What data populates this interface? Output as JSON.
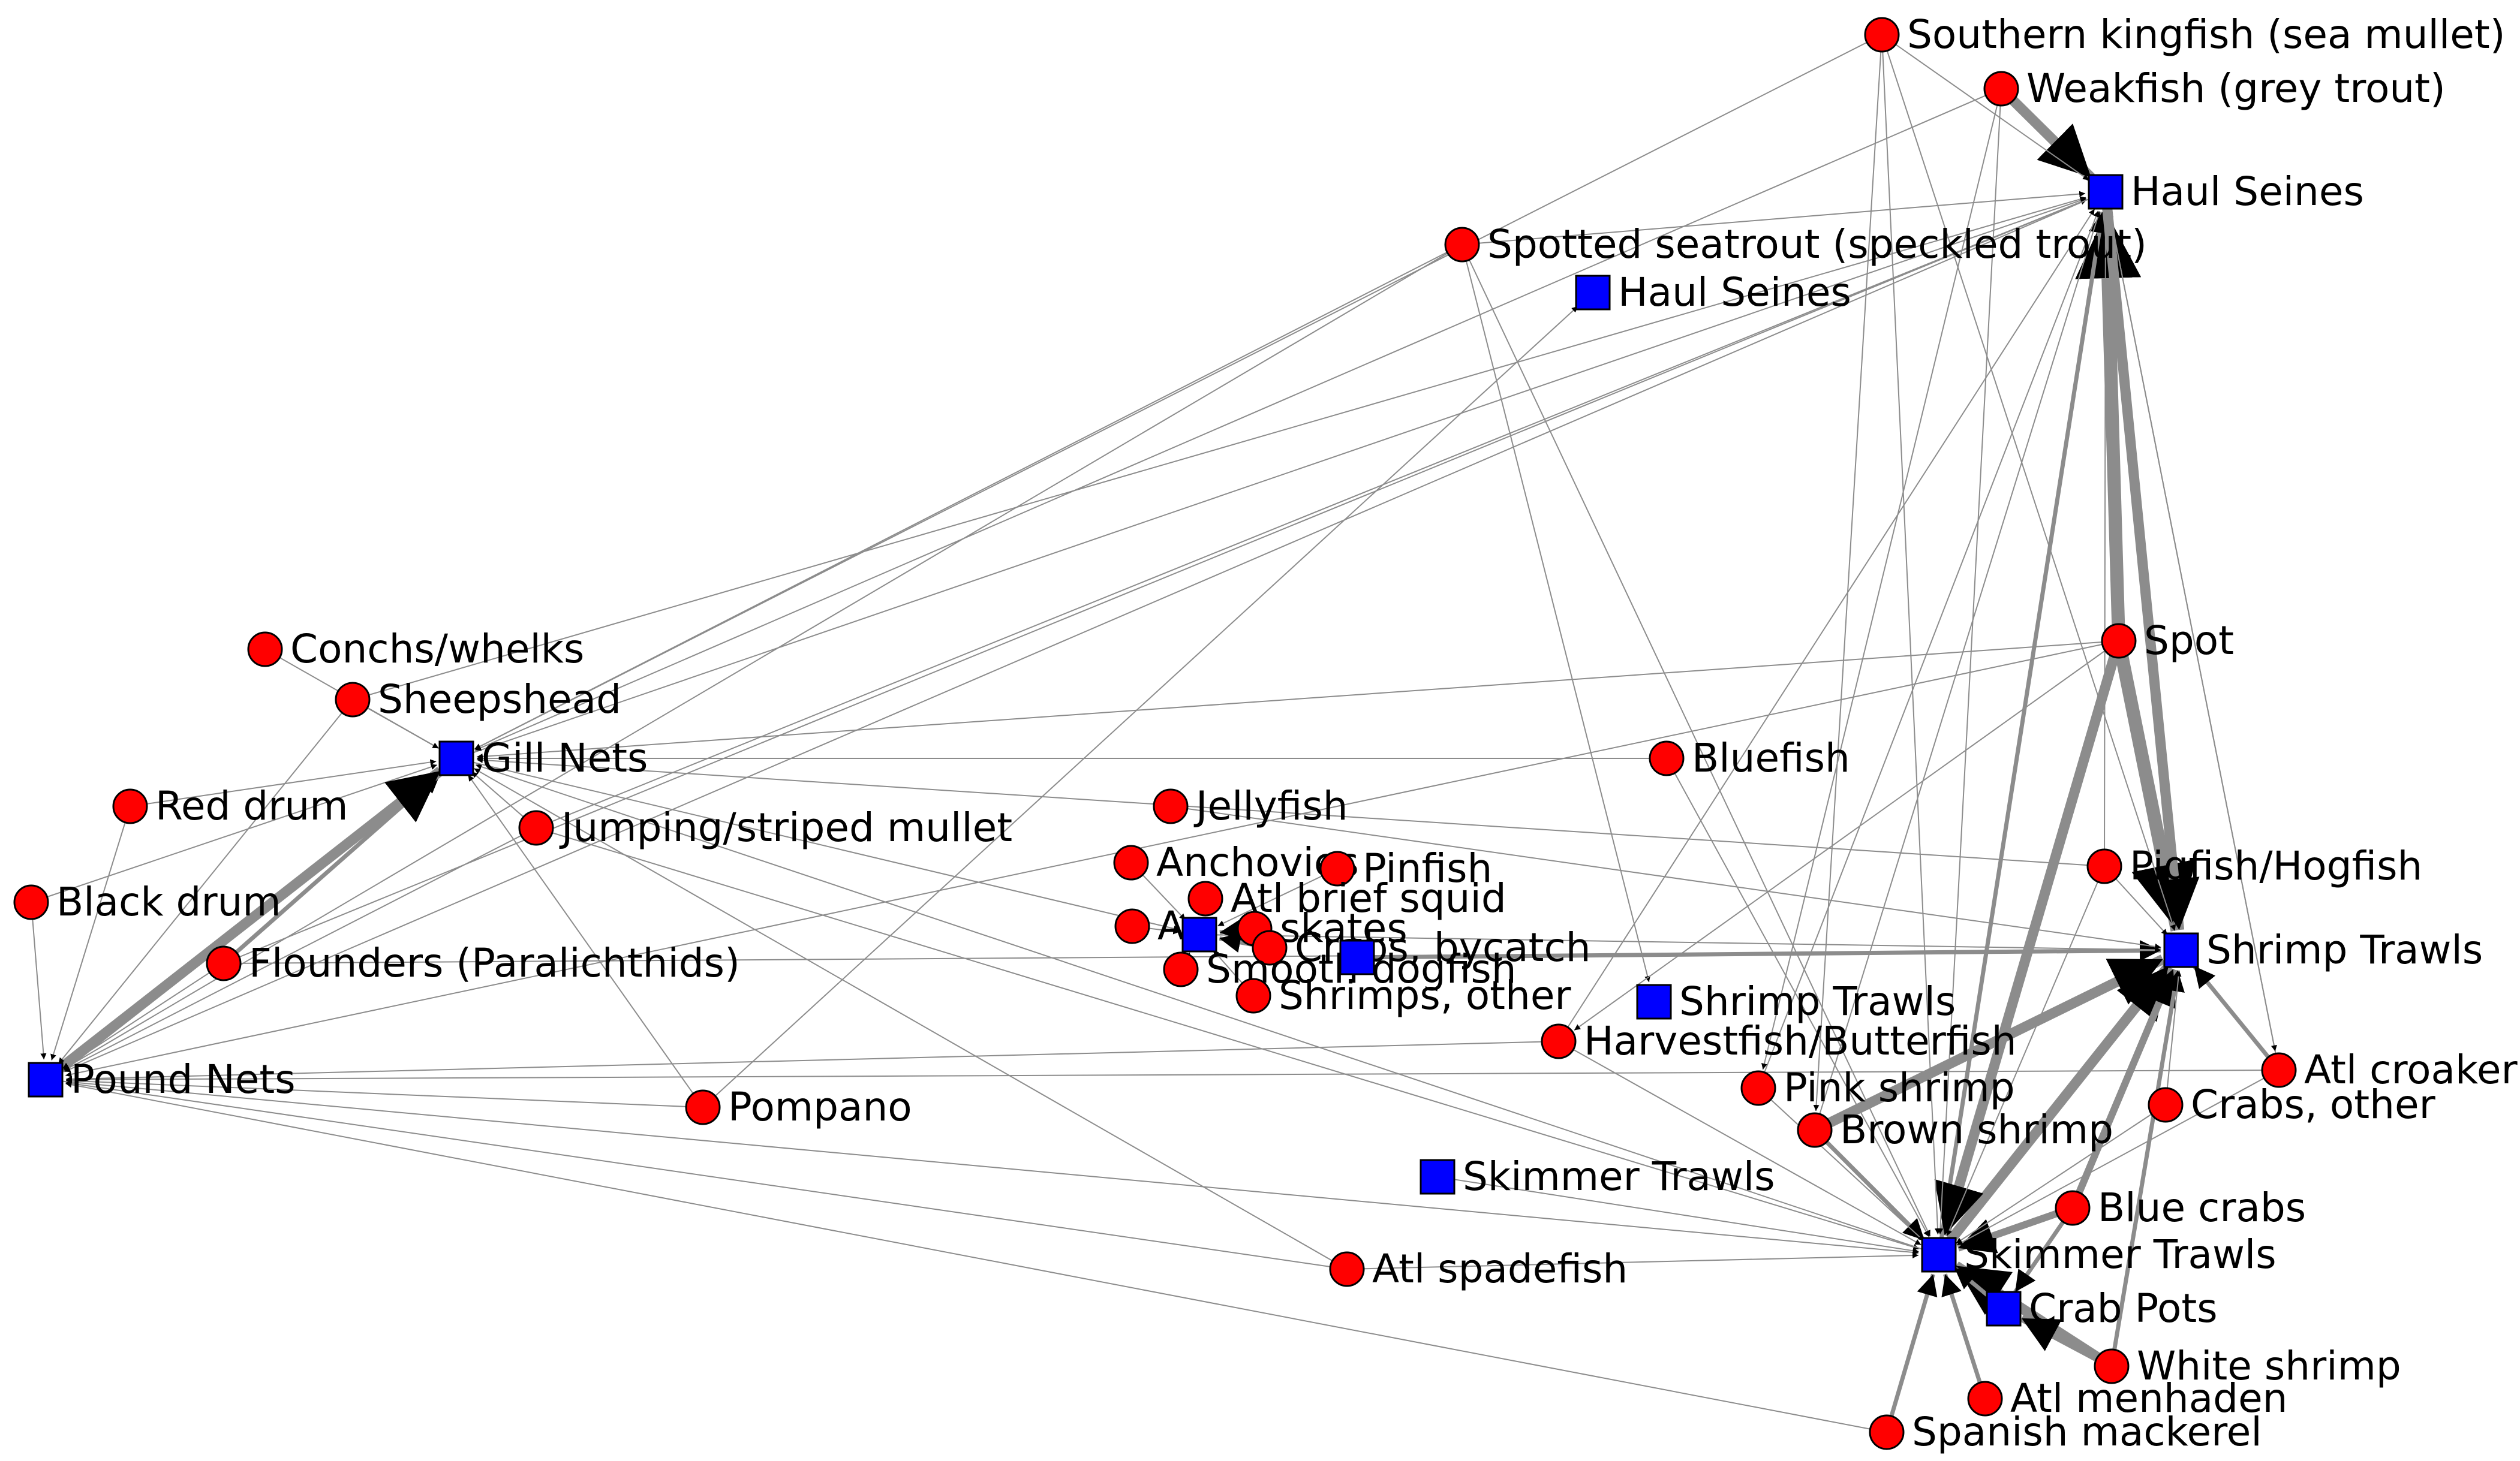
{
  "colors": {
    "species_node": "#ff0000",
    "gear_node": "#0000ff",
    "edge": "#8c8c8c",
    "background": "#ffffff"
  },
  "nodes": [
    {
      "id": "southern_kingfish",
      "label": "Southern kingfish (sea mullet)",
      "kind": "species"
    },
    {
      "id": "weakfish",
      "label": "Weakfish (grey trout)",
      "kind": "species"
    },
    {
      "id": "haul_seines_1",
      "label": "Haul Seines",
      "kind": "gear"
    },
    {
      "id": "spotted_seatrout",
      "label": "Spotted seatrout (speckled trout)",
      "kind": "species"
    },
    {
      "id": "haul_seines_2",
      "label": "Haul Seines",
      "kind": "gear"
    },
    {
      "id": "conchs",
      "label": "Conchs/whelks",
      "kind": "species"
    },
    {
      "id": "sheepshead",
      "label": "Sheepshead",
      "kind": "species"
    },
    {
      "id": "gill_nets",
      "label": "Gill Nets",
      "kind": "gear"
    },
    {
      "id": "red_drum",
      "label": "Red drum",
      "kind": "species"
    },
    {
      "id": "black_drum",
      "label": "Black drum",
      "kind": "species"
    },
    {
      "id": "jumping_mullet",
      "label": "Jumping/striped mullet",
      "kind": "species"
    },
    {
      "id": "flounders",
      "label": "Flounders (Paralichthids)",
      "kind": "species"
    },
    {
      "id": "pound_nets",
      "label": "Pound Nets",
      "kind": "gear"
    },
    {
      "id": "pompano",
      "label": "Pompano",
      "kind": "species"
    },
    {
      "id": "spot",
      "label": "Spot",
      "kind": "species"
    },
    {
      "id": "bluefish",
      "label": "Bluefish",
      "kind": "species"
    },
    {
      "id": "jellyfish",
      "label": "Jellyfish",
      "kind": "species"
    },
    {
      "id": "anchovies",
      "label": "Anchovies",
      "kind": "species"
    },
    {
      "id": "pinfish",
      "label": "Pinfish",
      "kind": "species"
    },
    {
      "id": "atl_brief_squid",
      "label": "Atl brief squid",
      "kind": "species"
    },
    {
      "id": "other_species_a",
      "label": "A",
      "kind": "species"
    },
    {
      "id": "skates",
      "label": "skates",
      "kind": "species"
    },
    {
      "id": "crabs_bycatch",
      "label": "Crabs, bycatch",
      "kind": "species"
    },
    {
      "id": "smooth_dogfish",
      "label": "Smooth dogfish",
      "kind": "species"
    },
    {
      "id": "shrimps_other",
      "label": "Shrimps, other",
      "kind": "species"
    },
    {
      "id": "center_gear_1",
      "label": "",
      "kind": "gear"
    },
    {
      "id": "center_gear_2",
      "label": "",
      "kind": "gear"
    },
    {
      "id": "pigfish",
      "label": "Pigfish/Hogfish",
      "kind": "species"
    },
    {
      "id": "shrimp_trawls_1",
      "label": "Shrimp Trawls",
      "kind": "gear"
    },
    {
      "id": "shrimp_trawls_2",
      "label": "Shrimp Trawls",
      "kind": "gear"
    },
    {
      "id": "harvestfish",
      "label": "Harvestfish/Butterfish",
      "kind": "species"
    },
    {
      "id": "pink_shrimp",
      "label": "Pink shrimp",
      "kind": "species"
    },
    {
      "id": "brown_shrimp",
      "label": "Brown shrimp",
      "kind": "species"
    },
    {
      "id": "atl_croaker",
      "label": "Atl croaker",
      "kind": "species"
    },
    {
      "id": "crabs_other",
      "label": "Crabs, other",
      "kind": "species"
    },
    {
      "id": "skimmer_trawls_1",
      "label": "Skimmer Trawls",
      "kind": "gear"
    },
    {
      "id": "blue_crabs",
      "label": "Blue crabs",
      "kind": "species"
    },
    {
      "id": "atl_spadefish",
      "label": "Atl spadefish",
      "kind": "species"
    },
    {
      "id": "skimmer_trawls_2",
      "label": "Skimmer Trawls",
      "kind": "gear"
    },
    {
      "id": "crab_pots",
      "label": "Crab Pots",
      "kind": "gear"
    },
    {
      "id": "white_shrimp",
      "label": "White shrimp",
      "kind": "species"
    },
    {
      "id": "atl_menhaden",
      "label": "Atl menhaden",
      "kind": "species"
    },
    {
      "id": "spanish_mackerel",
      "label": "Spanish mackerel",
      "kind": "species"
    }
  ],
  "edges": [
    {
      "from": "weakfish",
      "to": "haul_seines_1",
      "weight": 4
    },
    {
      "from": "southern_kingfish",
      "to": "haul_seines_1",
      "weight": 1
    },
    {
      "from": "spotted_seatrout",
      "to": "haul_seines_1",
      "weight": 1
    },
    {
      "from": "spot",
      "to": "haul_seines_1",
      "weight": 5
    },
    {
      "from": "skimmer_trawls_2",
      "to": "haul_seines_1",
      "weight": 2
    },
    {
      "from": "brown_shrimp",
      "to": "haul_seines_1",
      "weight": 1
    },
    {
      "from": "pigfish",
      "to": "haul_seines_1",
      "weight": 1
    },
    {
      "from": "harvestfish",
      "to": "haul_seines_1",
      "weight": 1
    },
    {
      "from": "atl_croaker",
      "to": "haul_seines_1",
      "weight": 1
    },
    {
      "from": "pink_shrimp",
      "to": "haul_seines_1",
      "weight": 1
    },
    {
      "from": "jumping_mullet",
      "to": "haul_seines_1",
      "weight": 1
    },
    {
      "from": "flounders",
      "to": "haul_seines_1",
      "weight": 1
    },
    {
      "from": "sheepshead",
      "to": "haul_seines_1",
      "weight": 1
    },
    {
      "from": "gill_nets",
      "to": "haul_seines_1",
      "weight": 1
    },
    {
      "from": "spot",
      "to": "shrimp_trawls_1",
      "weight": 5
    },
    {
      "from": "haul_seines_1",
      "to": "shrimp_trawls_1",
      "weight": 4
    },
    {
      "from": "atl_croaker",
      "to": "shrimp_trawls_1",
      "weight": 2
    },
    {
      "from": "pigfish",
      "to": "shrimp_trawls_1",
      "weight": 1
    },
    {
      "from": "skimmer_trawls_2",
      "to": "shrimp_trawls_1",
      "weight": 4
    },
    {
      "from": "blue_crabs",
      "to": "shrimp_trawls_1",
      "weight": 3
    },
    {
      "from": "white_shrimp",
      "to": "shrimp_trawls_1",
      "weight": 2
    },
    {
      "from": "crabs_other",
      "to": "shrimp_trawls_1",
      "weight": 1
    },
    {
      "from": "brown_shrimp",
      "to": "shrimp_trawls_1",
      "weight": 4
    },
    {
      "from": "center_gear_2",
      "to": "shrimp_trawls_1",
      "weight": 2
    },
    {
      "from": "southern_kingfish",
      "to": "shrimp_trawls_1",
      "weight": 1
    },
    {
      "from": "spot",
      "to": "skimmer_trawls_2",
      "weight": 4
    },
    {
      "from": "white_shrimp",
      "to": "skimmer_trawls_2",
      "weight": 4
    },
    {
      "from": "brown_shrimp",
      "to": "skimmer_trawls_2",
      "weight": 2
    },
    {
      "from": "blue_crabs",
      "to": "skimmer_trawls_2",
      "weight": 3
    },
    {
      "from": "crabs_other",
      "to": "skimmer_trawls_2",
      "weight": 1
    },
    {
      "from": "atl_menhaden",
      "to": "skimmer_trawls_2",
      "weight": 2
    },
    {
      "from": "spanish_mackerel",
      "to": "skimmer_trawls_2",
      "weight": 2
    },
    {
      "from": "atl_croaker",
      "to": "skimmer_trawls_2",
      "weight": 1
    },
    {
      "from": "pigfish",
      "to": "skimmer_trawls_2",
      "weight": 1
    },
    {
      "from": "pink_shrimp",
      "to": "skimmer_trawls_2",
      "weight": 1
    },
    {
      "from": "atl_spadefish",
      "to": "skimmer_trawls_2",
      "weight": 1
    },
    {
      "from": "spotted_seatrout",
      "to": "skimmer_trawls_2",
      "weight": 1
    },
    {
      "from": "southern_kingfish",
      "to": "skimmer_trawls_2",
      "weight": 1
    },
    {
      "from": "weakfish",
      "to": "skimmer_trawls_2",
      "weight": 1
    },
    {
      "from": "bluefish",
      "to": "skimmer_trawls_2",
      "weight": 1
    },
    {
      "from": "harvestfish",
      "to": "skimmer_trawls_2",
      "weight": 1
    },
    {
      "from": "pound_nets",
      "to": "skimmer_trawls_2",
      "weight": 1
    },
    {
      "from": "skimmer_trawls_1",
      "to": "skimmer_trawls_2",
      "weight": 1
    },
    {
      "from": "jumping_mullet",
      "to": "skimmer_trawls_2",
      "weight": 1
    },
    {
      "from": "white_shrimp",
      "to": "crab_pots",
      "weight": 3
    },
    {
      "from": "blue_crabs",
      "to": "crab_pots",
      "weight": 2
    },
    {
      "from": "crab_pots",
      "to": "skimmer_trawls_2",
      "weight": 2
    },
    {
      "from": "flounders",
      "to": "gill_nets",
      "weight": 2
    },
    {
      "from": "red_drum",
      "to": "gill_nets",
      "weight": 1
    },
    {
      "from": "sheepshead",
      "to": "gill_nets",
      "weight": 1
    },
    {
      "from": "conchs",
      "to": "gill_nets",
      "weight": 1
    },
    {
      "from": "jumping_mullet",
      "to": "gill_nets",
      "weight": 1
    },
    {
      "from": "spot",
      "to": "gill_nets",
      "weight": 1
    },
    {
      "from": "bluefish",
      "to": "gill_nets",
      "weight": 1
    },
    {
      "from": "weakfish",
      "to": "gill_nets",
      "weight": 1
    },
    {
      "from": "southern_kingfish",
      "to": "gill_nets",
      "weight": 1
    },
    {
      "from": "spotted_seatrout",
      "to": "gill_nets",
      "weight": 1
    },
    {
      "from": "pompano",
      "to": "gill_nets",
      "weight": 1
    },
    {
      "from": "atl_spadefish",
      "to": "gill_nets",
      "weight": 1
    },
    {
      "from": "pigfish",
      "to": "gill_nets",
      "weight": 1
    },
    {
      "from": "black_drum",
      "to": "gill_nets",
      "weight": 1
    },
    {
      "from": "skimmer_trawls_2",
      "to": "gill_nets",
      "weight": 1
    },
    {
      "from": "pound_nets",
      "to": "gill_nets",
      "weight": 4
    },
    {
      "from": "black_drum",
      "to": "pound_nets",
      "weight": 1
    },
    {
      "from": "red_drum",
      "to": "pound_nets",
      "weight": 1
    },
    {
      "from": "sheepshead",
      "to": "pound_nets",
      "weight": 1
    },
    {
      "from": "flounders",
      "to": "pound_nets",
      "weight": 1
    },
    {
      "from": "pompano",
      "to": "pound_nets",
      "weight": 1
    },
    {
      "from": "atl_spadefish",
      "to": "pound_nets",
      "weight": 1
    },
    {
      "from": "spanish_mackerel",
      "to": "pound_nets",
      "weight": 1
    },
    {
      "from": "spot",
      "to": "pound_nets",
      "weight": 1
    },
    {
      "from": "harvestfish",
      "to": "pound_nets",
      "weight": 1
    },
    {
      "from": "haul_seines_1",
      "to": "pound_nets",
      "weight": 1
    },
    {
      "from": "spotted_seatrout",
      "to": "pound_nets",
      "weight": 1
    },
    {
      "from": "atl_croaker",
      "to": "pound_nets",
      "weight": 1
    },
    {
      "from": "jumping_mullet",
      "to": "pound_nets",
      "weight": 1
    },
    {
      "from": "flounders",
      "to": "shrimp_trawls_1",
      "weight": 1
    },
    {
      "from": "jellyfish",
      "to": "shrimp_trawls_1",
      "weight": 1
    },
    {
      "from": "center_gear_1",
      "to": "shrimp_trawls_1",
      "weight": 1
    },
    {
      "from": "anchovies",
      "to": "center_gear_1",
      "weight": 1
    },
    {
      "from": "pinfish",
      "to": "center_gear_1",
      "weight": 1
    },
    {
      "from": "atl_brief_squid",
      "to": "center_gear_1",
      "weight": 1
    },
    {
      "from": "other_species_a",
      "to": "center_gear_1",
      "weight": 1
    },
    {
      "from": "smooth_dogfish",
      "to": "center_gear_1",
      "weight": 1
    },
    {
      "from": "shrimps_other",
      "to": "center_gear_1",
      "weight": 1
    },
    {
      "from": "skates",
      "to": "center_gear_1",
      "weight": 2
    },
    {
      "from": "crabs_bycatch",
      "to": "center_gear_1",
      "weight": 2
    },
    {
      "from": "gill_nets",
      "to": "center_gear_1",
      "weight": 1
    },
    {
      "from": "spotted_seatrout",
      "to": "shrimp_trawls_2",
      "weight": 1
    },
    {
      "from": "spot",
      "to": "harvestfish",
      "weight": 1
    },
    {
      "from": "southern_kingfish",
      "to": "brown_shrimp",
      "weight": 1
    },
    {
      "from": "weakfish",
      "to": "pink_shrimp",
      "weight": 1
    },
    {
      "from": "haul_seines_1",
      "to": "atl_croaker",
      "weight": 1
    },
    {
      "from": "pompano",
      "to": "haul_seines_2",
      "weight": 1
    }
  ]
}
